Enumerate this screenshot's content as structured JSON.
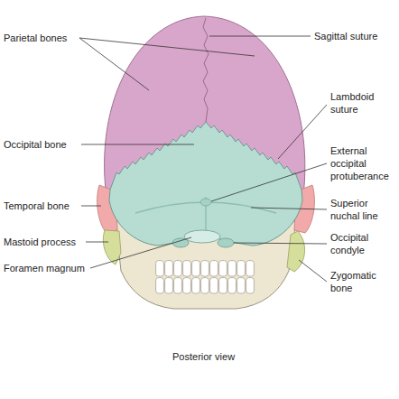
{
  "diagram": {
    "caption": "Posterior view",
    "labels": [
      "Parietal bones",
      "Sagittal suture",
      "Lambdoid suture",
      "Occipital bone",
      "External occipital protuberance",
      "Temporal bone",
      "Superior nuchal line",
      "Mastoid process",
      "Occipital condyle",
      "Foramen magnum",
      "Zygomatic bone"
    ]
  }
}
